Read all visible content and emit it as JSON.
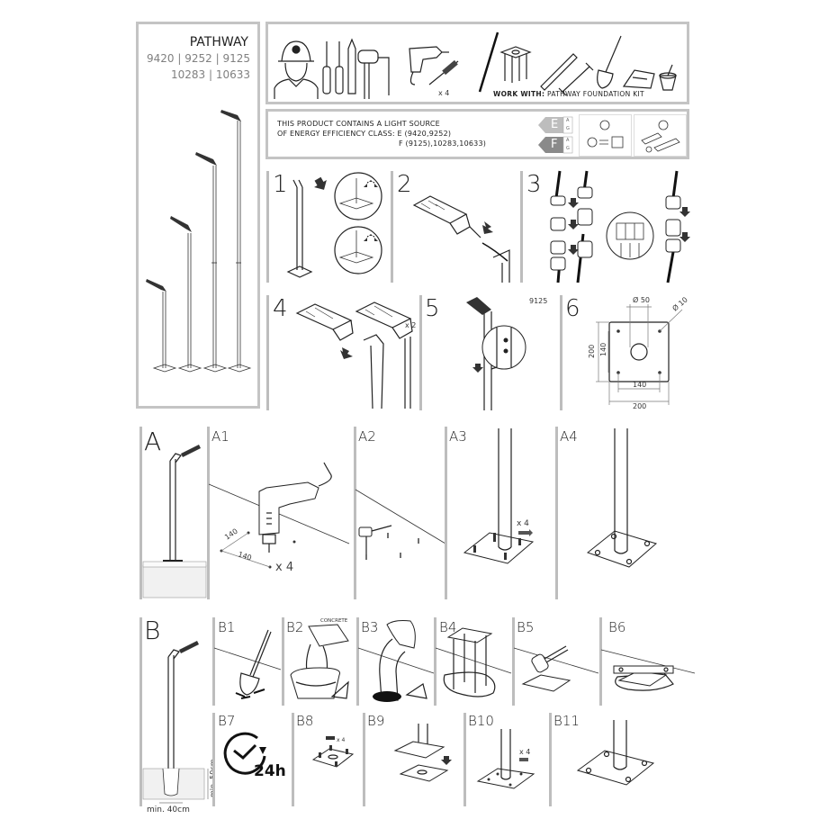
{
  "product": {
    "name": "PATHWAY",
    "codes_line1": "9420 | 9252 | 9125",
    "codes_line2": "10283 | 10633"
  },
  "tools": {
    "items": [
      "installer-person",
      "phillips-screwdriver",
      "flat-screwdriver",
      "pencil",
      "mallet",
      "allen-key",
      "electric-drill",
      "wall-plug-screw"
    ],
    "screw_qty": "x 4",
    "work_with_prefix": "WORK WITH:",
    "work_with_kit": "PATHWAY FOUNDATION KIT",
    "kit_items": [
      "foundation-anchor-cage",
      "spirit-level",
      "wrench",
      "shovel",
      "concrete-bag",
      "bucket-trowel"
    ]
  },
  "energy": {
    "line1": "THIS PRODUCT CONTAINS A LIGHT SOURCE",
    "line2": "OF ENERGY EFFICIENCY CLASS: E (9420,9252)",
    "line3": "F (9125),10283,10633)",
    "classes": [
      {
        "letter": "E",
        "scale_top": "A",
        "scale_bottom": "G"
      },
      {
        "letter": "F",
        "scale_top": "A",
        "scale_bottom": "G"
      }
    ]
  },
  "steps": {
    "s1": "1",
    "s2": "2",
    "s3": "3",
    "s4": "4",
    "s5": "5",
    "s6": "6",
    "s4_qty": "x 2",
    "s5_model": "9125"
  },
  "base_plate": {
    "hole_center": "Ø 50",
    "hole_bolt": "Ø 10",
    "outer_w": "200",
    "outer_h": "200",
    "inner_w": "140",
    "inner_h": "140"
  },
  "section_a": {
    "label": "A",
    "steps": [
      "A1",
      "A2",
      "A3",
      "A4"
    ],
    "a1_dim1": "140",
    "a1_dim2": "140",
    "a1_qty": "x 4",
    "a3_qty": "x 4"
  },
  "section_b": {
    "label": "B",
    "steps": [
      "B1",
      "B2",
      "B3",
      "B4",
      "B5",
      "B6",
      "B7",
      "B8",
      "B9",
      "B10",
      "B11"
    ],
    "concrete_label": "CONCRETE",
    "cure_time": "24h",
    "depth": "min. 50cm",
    "width": "min. 40cm",
    "b8_qty": "x 4",
    "b10_qty": "x 4"
  }
}
